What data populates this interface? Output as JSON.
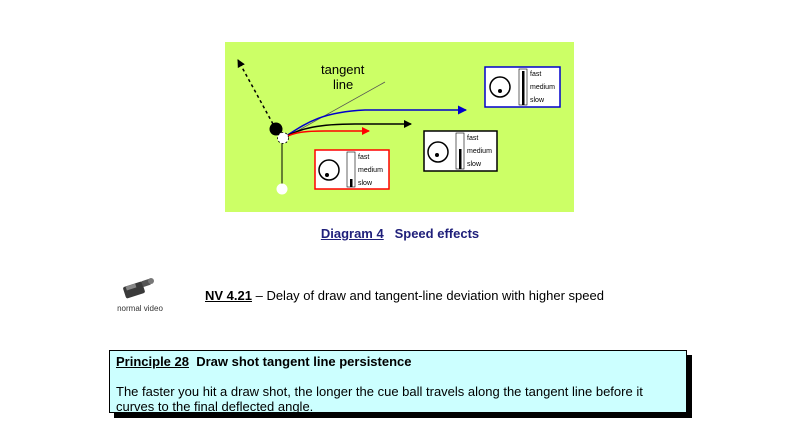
{
  "diagram": {
    "background_color": "#ccff66",
    "tangent_label_line1": "tangent",
    "tangent_label_line2": "line",
    "gauges": [
      {
        "id": "slow",
        "border_color": "#ff0000",
        "level": "slow",
        "labels": [
          "fast",
          "medium",
          "slow"
        ]
      },
      {
        "id": "medium",
        "border_color": "#000000",
        "level": "medium",
        "labels": [
          "fast",
          "medium",
          "slow"
        ]
      },
      {
        "id": "fast",
        "border_color": "#0000cc",
        "level": "fast",
        "labels": [
          "fast",
          "medium",
          "slow"
        ]
      }
    ],
    "path_colors": {
      "slow": "#ff0000",
      "medium": "#000000",
      "fast": "#0000cc"
    }
  },
  "caption": {
    "label": "Diagram 4",
    "title": "Speed effects"
  },
  "video": {
    "icon": "video-camera-icon",
    "icon_caption": "normal video",
    "id": "NV 4.21",
    "description": " – Delay of draw and tangent-line deviation with higher speed"
  },
  "principle": {
    "label": "Principle 28",
    "title": "Draw shot tangent line persistence",
    "body": "The faster you hit a draw shot, the longer the cue ball travels along the tangent line before it curves to the final deflected angle."
  }
}
